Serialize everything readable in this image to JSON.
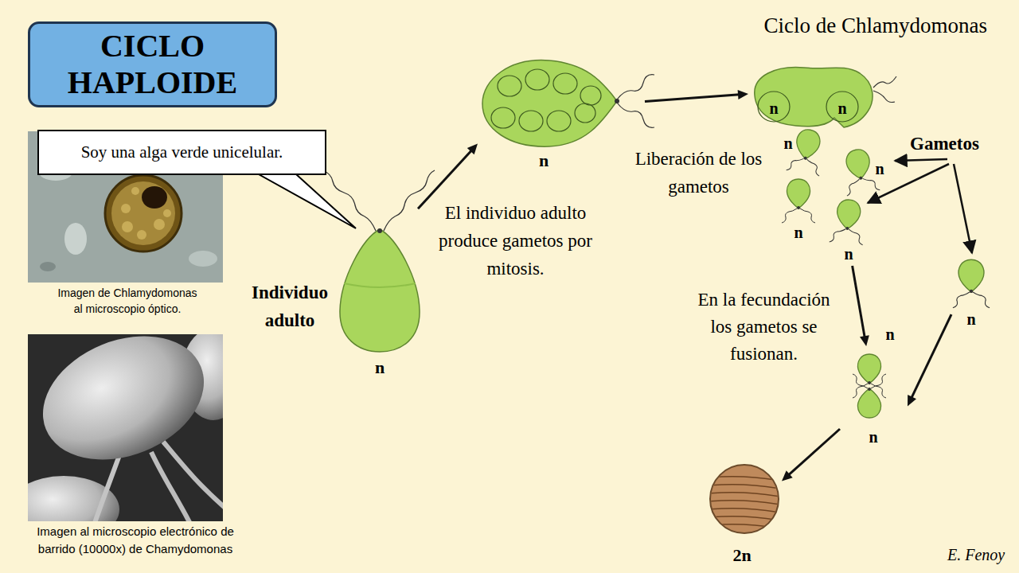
{
  "diagram": {
    "title": "CICLO HAPLOIDE",
    "nodes": [
      {
        "text": [
          "Soy una alga verde unicelular."
        ]
      },
      {
        "text": [
          "Individuo adulto",
          "n"
        ]
      },
      {
        "text": [
          "n"
        ]
      },
      {
        "text": [
          "n",
          "n"
        ]
      },
      {
        "text": [
          "n"
        ]
      },
      {
        "text": [
          "n"
        ]
      },
      {
        "text": [
          "n"
        ]
      },
      {
        "text": [
          "n"
        ]
      },
      {
        "text": [
          "n"
        ]
      },
      {
        "text": [
          "n",
          "n"
        ]
      },
      {
        "text": [
          "2n"
        ]
      }
    ],
    "edges": [
      {
        "from": 1,
        "to": 2,
        "arrow": "to"
      },
      {
        "from": 2,
        "to": 3,
        "arrow": "to"
      },
      {
        "from": 7,
        "to": 9,
        "arrow": "to"
      },
      {
        "from": 8,
        "to": 9,
        "arrow": "to"
      },
      {
        "from": 9,
        "to": 10,
        "arrow": "to"
      }
    ],
    "labels": [
      "Ciclo de Chlamydomonas",
      "Imagen de Chlamydomonas al microscopio óptico.",
      "Imagen al microscopio electrónico de barrido (10000x) de Chamydomonas",
      "El individuo adulto produce gametos por mitosis.",
      "Liberación de los gametos",
      "Gametos",
      "En la fecundación los gametos se fusionan.",
      "E. Fenoy"
    ]
  }
}
